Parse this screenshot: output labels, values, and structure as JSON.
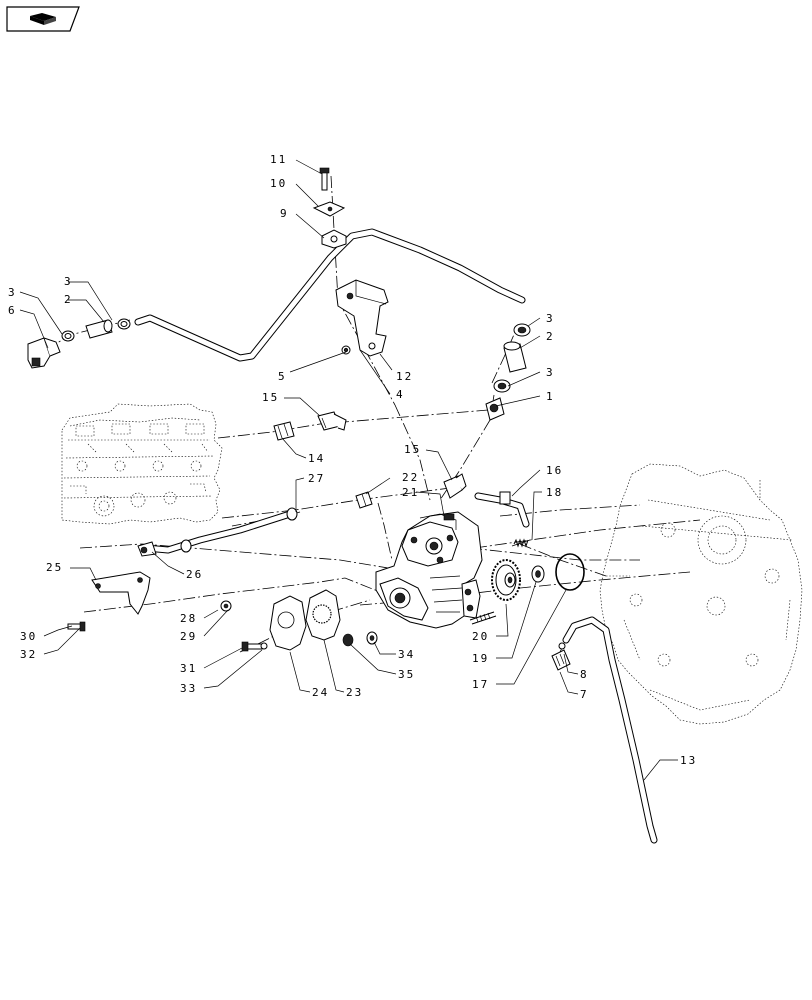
{
  "diagram": {
    "labels": [
      {
        "key": "l11",
        "text": "11"
      },
      {
        "key": "l10",
        "text": "10"
      },
      {
        "key": "l9",
        "text": "9"
      },
      {
        "key": "l3a",
        "text": "3"
      },
      {
        "key": "l3b",
        "text": "3"
      },
      {
        "key": "l2a",
        "text": "2"
      },
      {
        "key": "l6",
        "text": "6"
      },
      {
        "key": "l3c",
        "text": "3"
      },
      {
        "key": "l2b",
        "text": "2"
      },
      {
        "key": "l3d",
        "text": "3"
      },
      {
        "key": "l1",
        "text": "1"
      },
      {
        "key": "l5",
        "text": "5"
      },
      {
        "key": "l12",
        "text": "12"
      },
      {
        "key": "l4",
        "text": "4"
      },
      {
        "key": "l15a",
        "text": "15"
      },
      {
        "key": "l14",
        "text": "14"
      },
      {
        "key": "l15b",
        "text": "15"
      },
      {
        "key": "l27",
        "text": "27"
      },
      {
        "key": "l22",
        "text": "22"
      },
      {
        "key": "l21",
        "text": "21"
      },
      {
        "key": "l16",
        "text": "16"
      },
      {
        "key": "l18",
        "text": "18"
      },
      {
        "key": "l25",
        "text": "25"
      },
      {
        "key": "l26",
        "text": "26"
      },
      {
        "key": "l28",
        "text": "28"
      },
      {
        "key": "l29",
        "text": "29"
      },
      {
        "key": "l30",
        "text": "30"
      },
      {
        "key": "l32",
        "text": "32"
      },
      {
        "key": "l31",
        "text": "31"
      },
      {
        "key": "l33",
        "text": "33"
      },
      {
        "key": "l24",
        "text": "24"
      },
      {
        "key": "l23",
        "text": "23"
      },
      {
        "key": "l34",
        "text": "34"
      },
      {
        "key": "l35",
        "text": "35"
      },
      {
        "key": "l20",
        "text": "20"
      },
      {
        "key": "l19",
        "text": "19"
      },
      {
        "key": "l17",
        "text": "17"
      },
      {
        "key": "l8",
        "text": "8"
      },
      {
        "key": "l7",
        "text": "7"
      },
      {
        "key": "l13",
        "text": "13"
      }
    ]
  }
}
